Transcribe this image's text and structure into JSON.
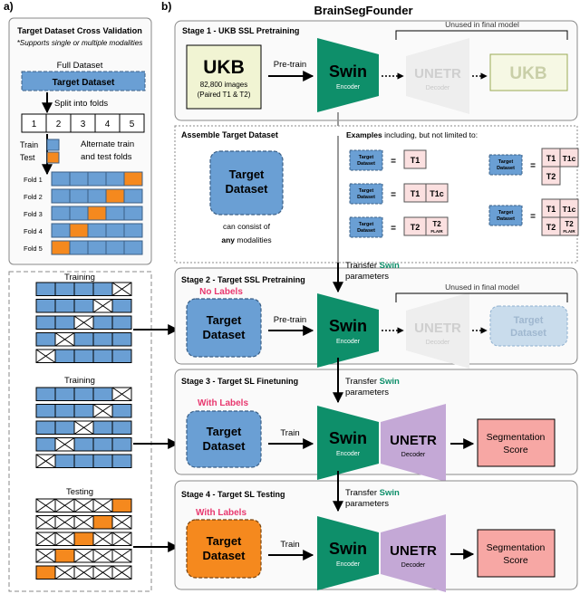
{
  "panel_a": {
    "label": "a)",
    "cv_title": "Target Dataset Cross Validation",
    "cv_note": "*Supports single or multiple modalities",
    "full_dataset": "Full Dataset",
    "target_dataset": "Target Dataset",
    "split": "Split into folds",
    "fold_numbers": [
      "1",
      "2",
      "3",
      "4",
      "5"
    ],
    "train": "Train",
    "test": "Test",
    "alternate_1": "Alternate train",
    "alternate_2": "and test folds",
    "folds": [
      {
        "label": "Fold 1",
        "test_index": 4
      },
      {
        "label": "Fold 2",
        "test_index": 3
      },
      {
        "label": "Fold 3",
        "test_index": 2
      },
      {
        "label": "Fold 4",
        "test_index": 1
      },
      {
        "label": "Fold 5",
        "test_index": 0
      }
    ],
    "training_1": "Training",
    "training_2": "Training",
    "testing": "Testing"
  },
  "panel_b": {
    "label": "b)",
    "title": "BrainSegFounder",
    "stage1": {
      "title": "Stage 1 - UKB SSL Pretraining",
      "ukb": "UKB",
      "ukb_sub1": "82,800 images",
      "ukb_sub2": "(Paired T1 & T2)",
      "action": "Pre-train",
      "unused": "Unused in final model",
      "out_label": "UKB"
    },
    "assemble": {
      "title": "Assemble Target Dataset",
      "dataset_line1": "Target",
      "dataset_line2": "Dataset",
      "note1": "can consist of",
      "note2_bold": "any",
      "note2_rest": "modalities",
      "examples_bold": "Examples",
      "examples_rest": "including, but not limited to:",
      "mini_line1": "Target",
      "mini_line2": "Dataset",
      "eq": "=",
      "t1": "T1",
      "t1c": "T1c",
      "t2": "T2",
      "t2flair_top": "T2",
      "t2flair_bottom": "FLAIR"
    },
    "stage2": {
      "title": "Stage 2 - Target SSL Pretraining",
      "transfer1": "Transfer",
      "transfer_swin": "Swin",
      "transfer2": "parameters",
      "labels_note": "No Labels",
      "action": "Pre-train",
      "unused": "Unused in final model"
    },
    "stage3": {
      "title": "Stage 3 - Target SL Finetuning",
      "transfer1": "Transfer",
      "transfer_swin": "Swin",
      "transfer2": "parameters",
      "labels_note": "With Labels",
      "action": "Train",
      "out1": "Segmentation",
      "out2": "Score"
    },
    "stage4": {
      "title": "Stage 4 - Target SL Testing",
      "transfer1": "Transfer",
      "transfer_swin": "Swin",
      "transfer2": "parameters",
      "labels_note": "With Labels",
      "action": "Train",
      "out1": "Segmentation",
      "out2": "Score"
    },
    "swin": "Swin",
    "encoder": "Encoder",
    "unetr": "UNETR",
    "decoder": "Decoder",
    "dataset_line1": "Target",
    "dataset_line2": "Dataset"
  },
  "colors": {
    "blue": "#6a9fd4",
    "blue_dark": "#3a5f86",
    "orange": "#f5891e",
    "green": "#0e8f6a",
    "purple": "#c4a8d6",
    "pink_text": "#e8386f",
    "ukb_fill": "#f1f4d3",
    "seg_fill": "#f7a7a4",
    "faded_fill": "#eeeeee",
    "pale_blue": "#c9dcec",
    "grey_box": "#fafafa",
    "pink_cell": "#fbe0e0"
  }
}
